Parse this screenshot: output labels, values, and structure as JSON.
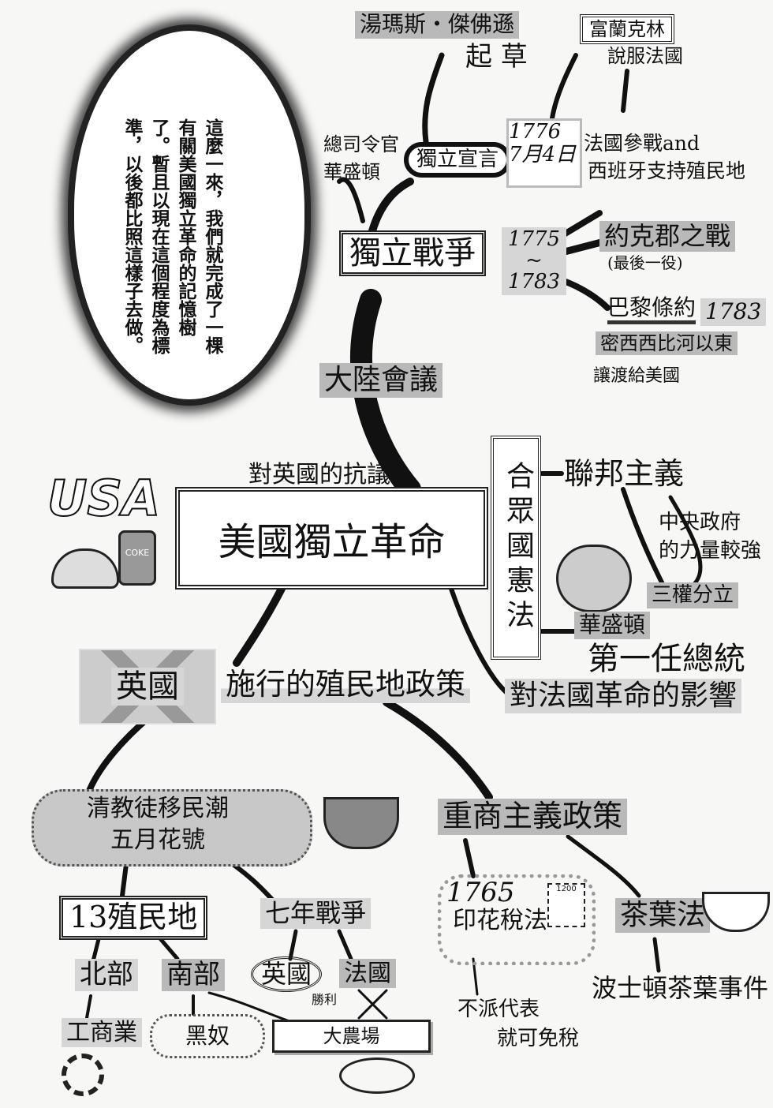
{
  "bubble_text": "這麼一來，我們就完成了一棵有關美國獨立革命的記憶樹了。暫且以現在這個程度為標準，以後都比照這樣子去做。",
  "center": "美國獨立革命",
  "nodes": {
    "jefferson": "湯瑪斯・傑佛遜",
    "draft": "起 草",
    "franklin": "富蘭克林",
    "persuade_france": "說服法國",
    "commander": "總司令官",
    "washington1": "華盛頓",
    "declaration": "獨立宣言",
    "decl_year": "1776",
    "decl_date": "7月4日",
    "france_join": "法國參戰and",
    "spain_support": "西班牙支持殖民地",
    "war": "獨立戰爭",
    "war_start": "1775",
    "war_tilde": "~",
    "war_end": "1783",
    "yorktown": "約克郡之戰",
    "last_battle": "(最後一役)",
    "paris": "巴黎條約",
    "paris_year": "1783",
    "mississippi": "密西西比河以東",
    "cede": "讓渡給美國",
    "congress": "大陸會議",
    "protest": "對英國的抗議",
    "usa_logo": "USA",
    "coke": "COKE",
    "constitution": "合眾國憲法",
    "federalism": "聯邦主義",
    "central_gov": "中央政府",
    "stronger": "的力量較強",
    "separation": "三權分立",
    "washington2": "華盛頓",
    "first_president": "第一任總統",
    "french_rev": "對法國革命的影響",
    "britain": "英國",
    "policy": "施行的殖民地政策",
    "puritan": "清教徒移民潮",
    "mayflower": "五月花號",
    "mercantile": "重商主義政策",
    "colonies": "13殖民地",
    "seven_years": "七年戰爭",
    "stamp_year": "1765",
    "stamp_act": "印花稅法",
    "stamp_value": "1200",
    "tea_act": "茶葉法",
    "north": "北部",
    "south": "南部",
    "uk": "英國",
    "fr": "法國",
    "victory": "勝利",
    "industry": "工商業",
    "slaves": "黑奴",
    "plantation": "大農場",
    "no_rep": "不派代表",
    "tax_free": "就可免稅",
    "boston": "波士頓茶葉事件"
  }
}
